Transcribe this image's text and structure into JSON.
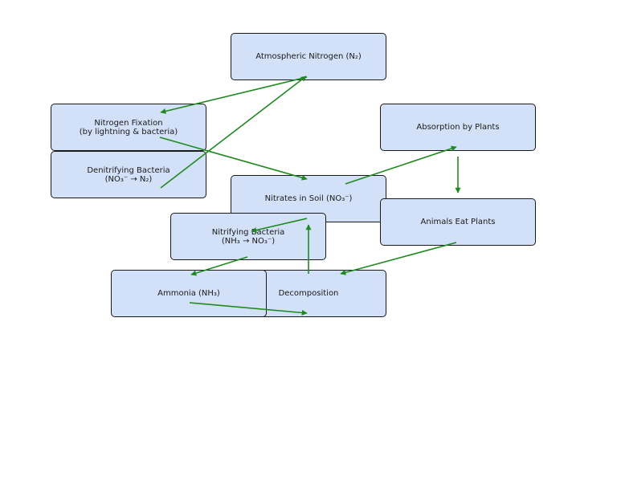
{
  "diagram": {
    "edge_color": "#1e8a1e",
    "node_fill": "#d2e1f7",
    "nodes": {
      "atmospheric": "Atmospheric Nitrogen (N₂)",
      "fixation": "Nitrogen Fixation\n(by lightning & bacteria)",
      "denitrifying": "Denitrifying Bacteria\n(NO₃⁻ → N₂)",
      "absorption": "Absorption by Plants",
      "nitrates": "Nitrates in Soil (NO₃⁻)",
      "animals": "Animals Eat Plants",
      "nitrifying": "Nitrifying Bacteria\n(NH₃ → NO₃⁻)",
      "decomposition": "Decomposition",
      "ammonia": "Ammonia (NH₃)"
    },
    "edges": [
      {
        "from": "atmospheric",
        "to": "fixation"
      },
      {
        "from": "fixation",
        "to": "nitrates"
      },
      {
        "from": "nitrates",
        "to": "absorption"
      },
      {
        "from": "absorption",
        "to": "animals"
      },
      {
        "from": "animals",
        "to": "decomposition"
      },
      {
        "from": "ammonia",
        "to": "decomposition"
      },
      {
        "from": "decomposition",
        "to": "nitrifying"
      },
      {
        "from": "nitrifying",
        "to": "ammonia"
      },
      {
        "from": "nitrates",
        "to": "nitrifying"
      },
      {
        "from": "denitrifying",
        "to": "atmospheric"
      }
    ]
  }
}
